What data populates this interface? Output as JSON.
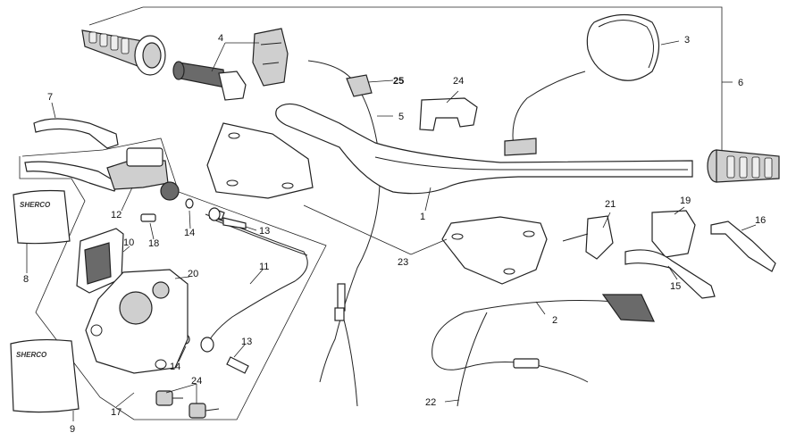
{
  "callouts": {
    "c1": "1",
    "c2": "2",
    "c3": "3",
    "c4": "4",
    "c5": "5",
    "c6": "6",
    "c7": "7",
    "c8": "8",
    "c9": "9",
    "c10": "10",
    "c11": "11",
    "c12": "12",
    "c13a": "13",
    "c13b": "13",
    "c14a": "14",
    "c14b": "14",
    "c15": "15",
    "c16": "16",
    "c17": "17",
    "c18": "18",
    "c19": "19",
    "c20": "20",
    "c21": "21",
    "c22": "22",
    "c23": "23",
    "c24a": "24",
    "c24b": "24",
    "c25": "25"
  },
  "logos": {
    "cover_top": "SHERCO",
    "cover_bottom": "SHERCO"
  }
}
